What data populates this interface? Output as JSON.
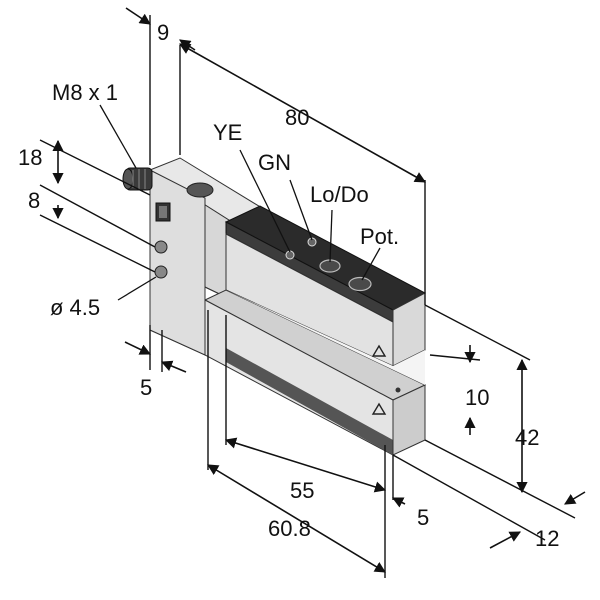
{
  "colors": {
    "housing_light": "#dcdcdc",
    "housing_mid": "#c4c4c4",
    "housing_dark": "#9e9e9e",
    "top_face": "#e8e8e8",
    "panel_black": "#2a2a2a",
    "panel_top": "#3a3a3a",
    "stripe_dark": "#555555",
    "line": "#111111"
  },
  "labels": {
    "connector_thread": "M8 x 1",
    "dim_9": "9",
    "dim_80": "80",
    "led_yellow": "YE",
    "led_green": "GN",
    "switch_lo_do": "Lo/Do",
    "potentiometer": "Pot.",
    "dim_18": "18",
    "dim_8": "8",
    "hole_dia": "ø 4.5",
    "dim_5_left": "5",
    "dim_10": "10",
    "dim_42": "42",
    "dim_55": "55",
    "dim_5_right": "5",
    "dim_60_8": "60.8",
    "dim_12": "12"
  },
  "icons": {
    "emitter_arrow": "triangle-up-icon",
    "receiver_arrow": "triangle-up-icon"
  }
}
